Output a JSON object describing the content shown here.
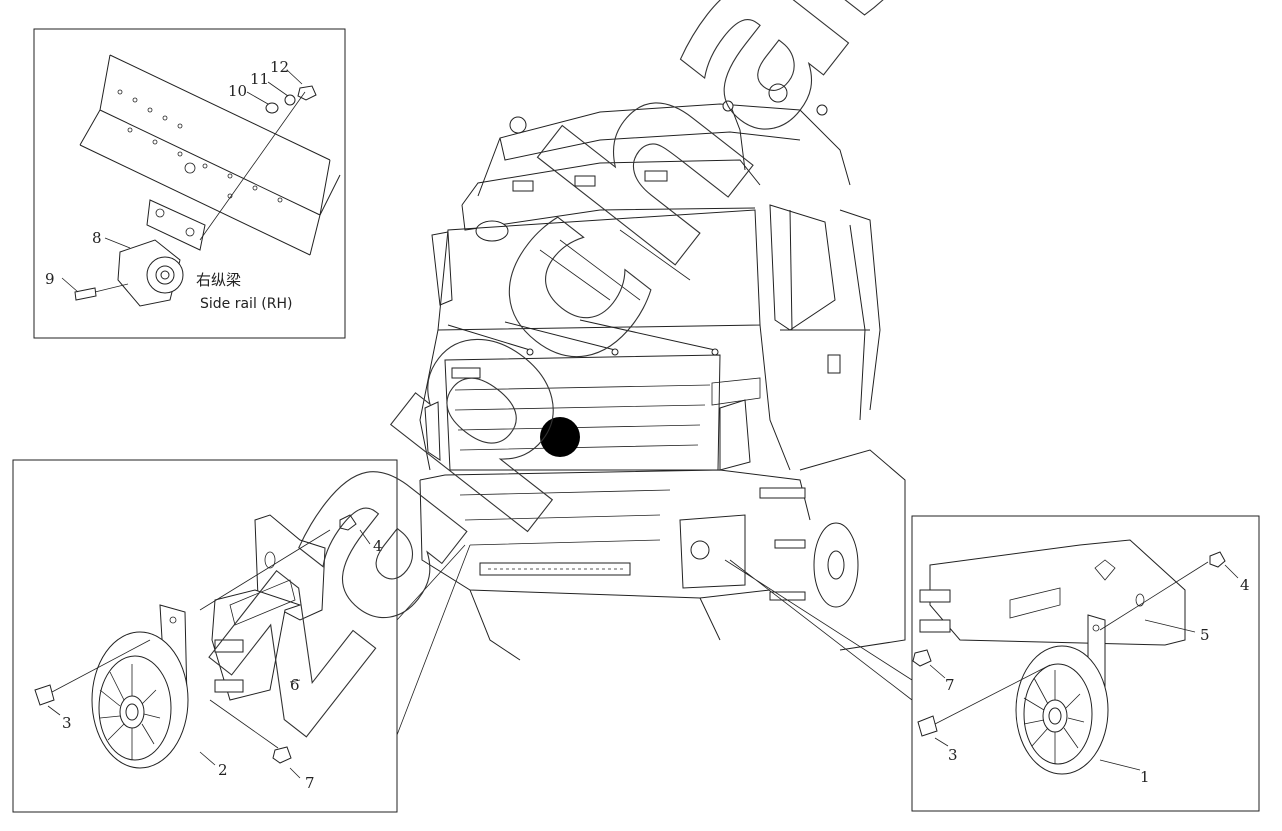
{
  "watermark": "zapchastim.ru",
  "corner_mark": "",
  "inset_top_left": {
    "callouts": [
      "8",
      "9",
      "10",
      "11",
      "12"
    ],
    "label_cn": "右纵梁",
    "label_en": "Side rail (RH)"
  },
  "inset_bottom_left": {
    "callouts": [
      "2",
      "3",
      "4",
      "6",
      "7"
    ]
  },
  "inset_bottom_right": {
    "callouts": [
      "1",
      "3",
      "4",
      "5",
      "7"
    ]
  }
}
